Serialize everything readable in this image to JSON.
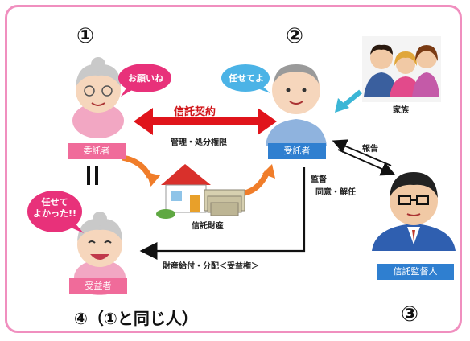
{
  "numbers": {
    "n1": "①",
    "n2": "②",
    "n3": "③"
  },
  "bottom_caption": "④（①と同じ人）",
  "bubbles": {
    "settlor": "お願いね",
    "trustee": "任せてよ",
    "beneficiary": "任せて\nよかった!!"
  },
  "labels": {
    "settlor": "委託者",
    "trustee": "受託者",
    "beneficiary": "受益者",
    "supervisor": "信託監督人",
    "family": "家族",
    "property": "信託財産"
  },
  "arrows": {
    "contract": "信託契約",
    "authority": "管理・処分権限",
    "report": "報告",
    "supervision_line1": "監督",
    "supervision_line2": "同意・解任",
    "benefit": "財産給付・分配＜受益権＞"
  },
  "equals_sign": "||",
  "colors": {
    "frame": "#f08fbf",
    "pink": "#f06b9a",
    "blue": "#2f7fd0",
    "red_arrow": "#e0141b",
    "orange_arrow": "#f07d2a",
    "cyan_arrow": "#3bb6d6"
  }
}
